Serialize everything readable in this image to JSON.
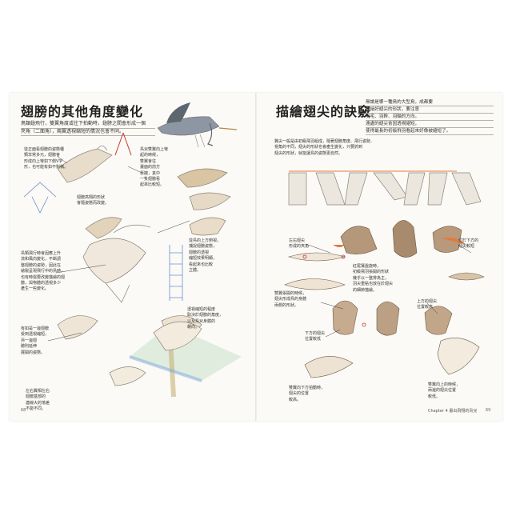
{
  "left_page": {
    "title": "翅膀的其他角度變化",
    "intro": [
      "鳥類翅飛行，雙翼角度或往下拍動時，翅膀之間會形成一個",
      "夾角（二面角），兩翼透視縮短的情況也會不同。"
    ],
    "notes": [
      {
        "id": "n1",
        "lines": [
          "從正面看翅膀的姿態種",
          "類非常多元，翅膀會",
          "形成向上彎如下側V字",
          "形，也可能有如不對稱。"
        ]
      },
      {
        "id": "n2",
        "lines": [
          "翅膀高翔的形狀",
          "會隨姿態而改變。"
        ]
      },
      {
        "id": "n3",
        "lines": [
          "鳥類飛行時會因應上升",
          "流和風向變化，不斷調",
          "整翅膀的姿勢，因此在",
          "繪製呈現飛行中的鳥時，",
          "也有時需要改變描繪的翅",
          "膀，與物體的透視多少",
          "產生一些變化。"
        ]
      },
      {
        "id": "n4",
        "lines": [
          "有如是一邊翅膀",
          "受到透視縮短，",
          "另一邊翅",
          "膀則延伸",
          "展開的姿態。"
        ]
      },
      {
        "id": "n5",
        "lines": [
          "左右翼相左右",
          "翅膀基部的",
          "連線大的落差",
          "不能不同。"
        ]
      },
      {
        "id": "n6",
        "lines": [
          "鳥兒雙翼向上彎",
          "起的時候，",
          "雙翼會往",
          "畫面的前方",
          "靠攏，其中",
          "一隻翅膀看",
          "起來比較短。"
        ]
      },
      {
        "id": "n7",
        "lines": [
          "從鳥的上方俯視，",
          "捕捉翅膀姿態，",
          "翅膀的透視",
          "縮短效果明顯，",
          "看起來也比較",
          "立體。"
        ]
      },
      {
        "id": "n8",
        "lines": [
          "透視縮短的程度",
          "取決於翅膀的角度，",
          "以及鳥兒身體的",
          "朝向。"
        ]
      }
    ],
    "page_number": "68"
  },
  "right_page": {
    "title": "描繪翅尖的訣竅",
    "intro": [
      "無論是哪一種鳥的大型鳥，成都要",
      "描繪好翅尖的形狀，要注意",
      "羽毛、羽幹、羽軸的方向。",
      "遠處的翅尖會因透視縮短，",
      "使得最長的初級飛羽看起來好像被縮短了。"
    ],
    "notes": [
      {
        "id": "r1",
        "lines": [
          "翼尖一般是由初級飛羽組成，隨著翅膀角度、飛行姿勢、",
          "視角的不同，翅尖的形狀也會產生變化，只要抓到",
          "翅尖的形狀，就能讓鳥的姿態更自然。"
        ]
      },
      {
        "id": "r2",
        "lines": [
          "左右翅尖",
          "形成的夾角"
        ]
      },
      {
        "id": "r3",
        "lines": [
          "位於下方的",
          "翅尖較短"
        ]
      },
      {
        "id": "r4",
        "lines": [
          "雙翼張開的時候，",
          "翅尖形成鳥的身體",
          "兩側的形狀。"
        ]
      },
      {
        "id": "r5",
        "lines": [
          "紅尾鵟盤旋時，",
          "初級飛羽張開的形狀",
          "幾乎以一整排為主，",
          "羽尖重點也放在於翅尖",
          "的細節描繪。"
        ]
      },
      {
        "id": "r6",
        "lines": [
          "上方的翅尖",
          "位置較高"
        ]
      },
      {
        "id": "r7",
        "lines": [
          "下方的翅尖",
          "位置較低"
        ]
      },
      {
        "id": "r8",
        "lines": [
          "雙翼向下方拍動時，",
          "翅尖的位置",
          "較高。"
        ]
      },
      {
        "id": "r9",
        "lines": [
          "雙翼向上的時候，",
          "兩邊的翅尖位置",
          "較低。"
        ]
      }
    ],
    "chapter_label": "Chapter 4  畫出飛翔的鳥兒",
    "page_number": "69"
  },
  "colors": {
    "paper": "#fbfaf6",
    "red_marker": "#c0392b",
    "accent_orange": "#e07b3c",
    "sketch": "#8a8276"
  },
  "icons": [
    "heron-illustration",
    "bird-sketch-illustration",
    "wing-diagram-illustration",
    "hawk-illustration"
  ]
}
